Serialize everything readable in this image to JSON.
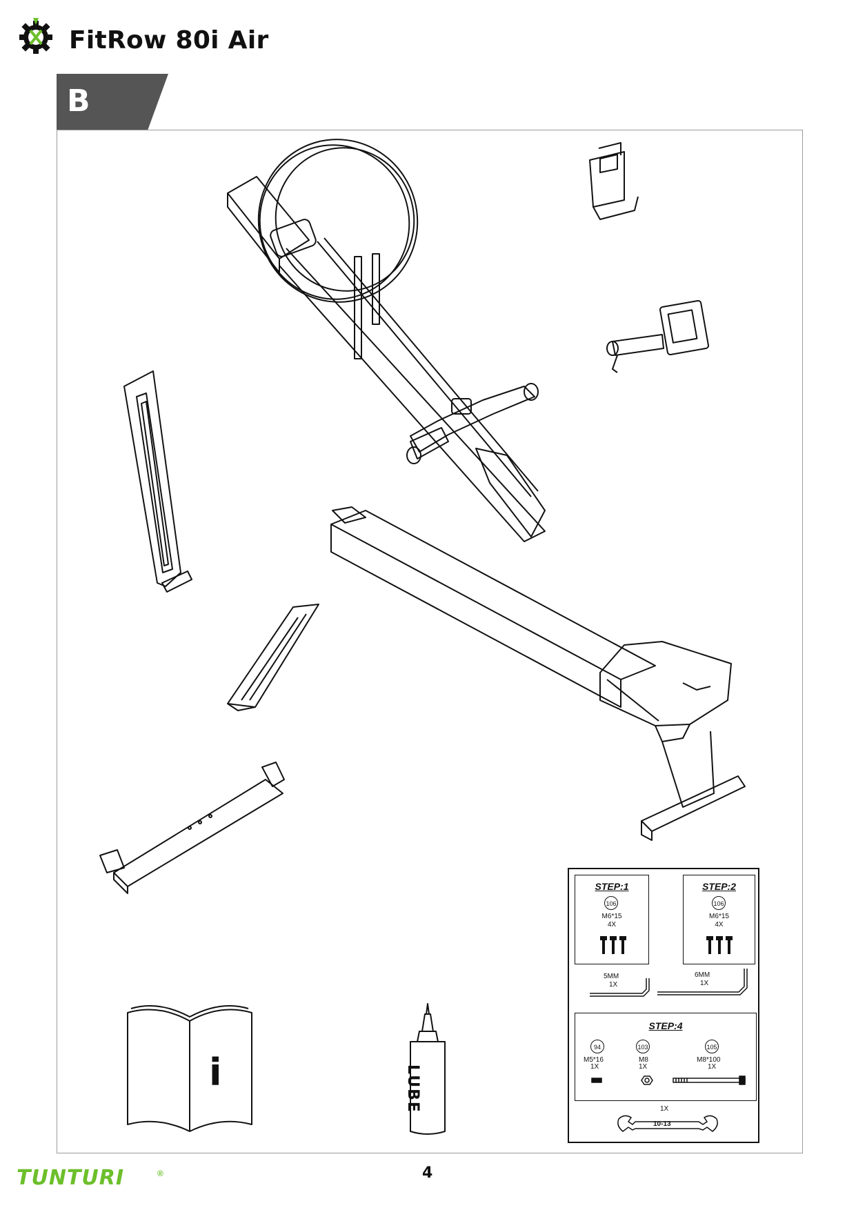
{
  "header": {
    "title": "FitRow 80i Air"
  },
  "section": {
    "letter": "B"
  },
  "hardware": {
    "step1": {
      "label": "STEP:1",
      "part": "106",
      "spec": "M6*15",
      "qty": "4X"
    },
    "step2": {
      "label": "STEP:2",
      "part": "106",
      "spec": "M6*15",
      "qty": "4X"
    },
    "allen_5": {
      "size": "5MM",
      "qty": "1X"
    },
    "allen_6": {
      "size": "6MM",
      "qty": "1X"
    },
    "step4": {
      "label": "STEP:4",
      "items": [
        {
          "part": "94",
          "spec": "M5*16",
          "qty": "1X"
        },
        {
          "part": "103",
          "spec": "M8",
          "qty": "1X"
        },
        {
          "part": "105",
          "spec": "M8*100",
          "qty": "1X"
        }
      ]
    },
    "wrench": {
      "qty": "1X",
      "size": "10-13"
    }
  },
  "lube_label": "LUBE",
  "manual_icon_letter": "i",
  "footer": {
    "brand": "TUNTURI",
    "registered": "®",
    "page_number": "4"
  }
}
